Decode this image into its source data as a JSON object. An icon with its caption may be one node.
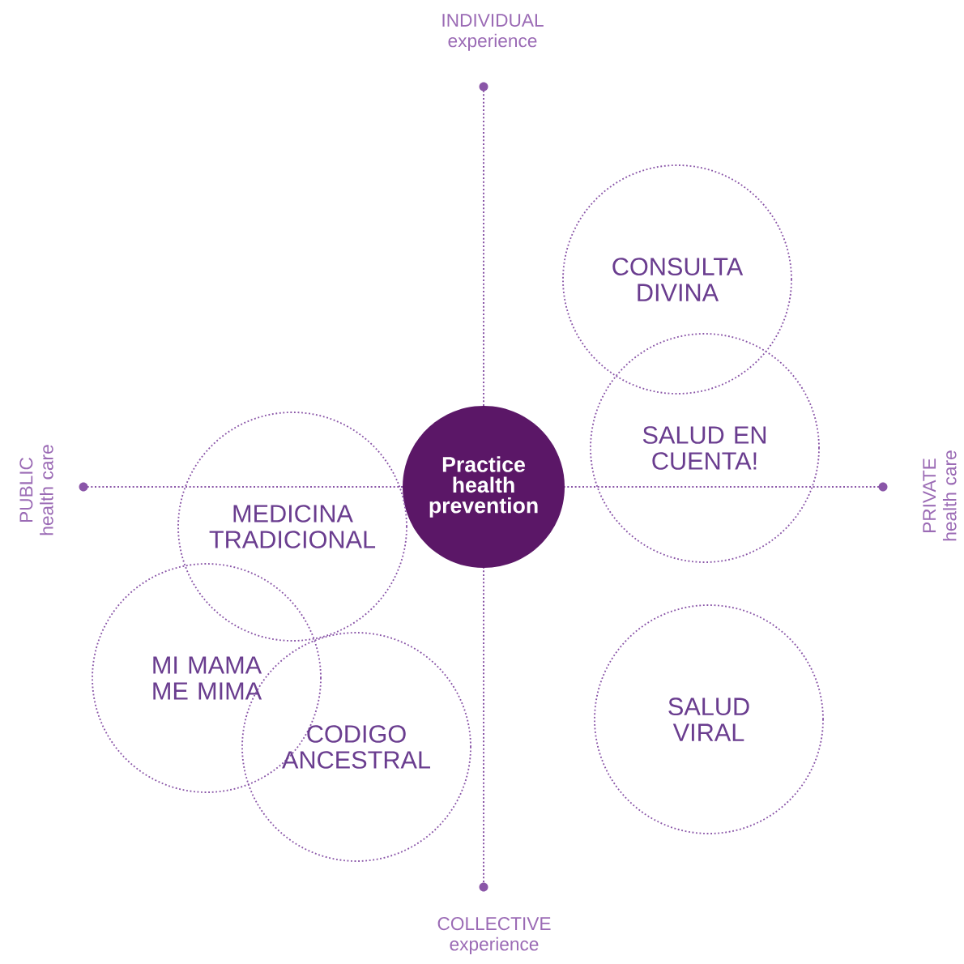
{
  "diagram": {
    "nodes": [
      {
        "text": [
          "Practice health prevention"
        ]
      },
      {
        "text": [
          "CONSULTA DIVINA"
        ]
      },
      {
        "text": [
          "SALUD EN CUENTA!"
        ]
      },
      {
        "text": [
          "MEDICINA TRADICIONAL"
        ]
      },
      {
        "text": [
          "MI MAMA ME MIMA"
        ]
      },
      {
        "text": [
          "CODIGO ANCESTRAL"
        ]
      },
      {
        "text": [
          "SALUD VIRAL"
        ]
      }
    ],
    "labels": [
      "INDIVIDUAL experience",
      "PUBLIC health care",
      "PRIVATE health care",
      "COLLECTIVE experience"
    ]
  }
}
